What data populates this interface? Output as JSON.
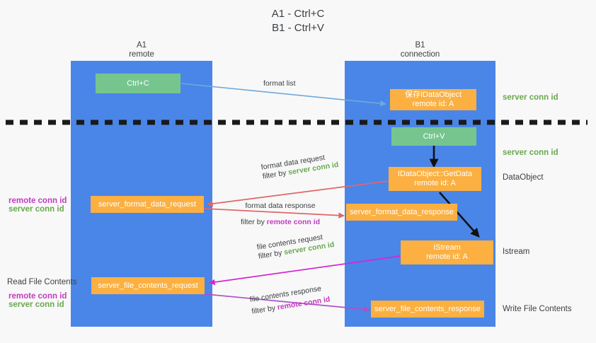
{
  "title": {
    "line1": "A1 - Ctrl+C",
    "line2": "B1 - Ctrl+V"
  },
  "lanes": [
    {
      "name": "A1",
      "subtitle": "remote"
    },
    {
      "name": "B1",
      "subtitle": "connection"
    }
  ],
  "nodes": {
    "ctrl_c": {
      "line1": "Ctrl+C",
      "line2": ""
    },
    "ctrl_v": {
      "line1": "Ctrl+V",
      "line2": ""
    },
    "save_dataobject": {
      "line1": "保存IDataObject",
      "line2": "remote id: A"
    },
    "getdata": {
      "line1": "IDataObject::GetData",
      "line2": "remote id: A"
    },
    "istream": {
      "line1": "IStream",
      "line2": "remote id: A"
    },
    "fmt_req": {
      "line1": "server_format_data_request",
      "line2": ""
    },
    "fmt_resp": {
      "line1": "server_format_data_response",
      "line2": ""
    },
    "file_req": {
      "line1": "server_file_contents_request",
      "line2": ""
    },
    "file_resp": {
      "line1": "server_file_contents_response",
      "line2": ""
    }
  },
  "edge_labels": {
    "format_list": "format list",
    "format_data_request": "format data request",
    "format_data_response": "format data response",
    "file_contents_request": "file contents request",
    "file_contents_response": "file contents response",
    "filter_by": "filter by",
    "server_conn_id": "server conn id",
    "remote_conn_id": "remote conn id"
  },
  "right_labels": {
    "server_conn_id_top": "server conn id",
    "server_conn_id_mid": "server conn id",
    "dataobject": "DataObject",
    "istream": "Istream",
    "write_file_contents": "Write File Contents"
  },
  "left_labels": {
    "remote_conn_id_1": "remote conn id",
    "server_conn_id_1": "server conn id",
    "read_file_contents": "Read File Contents",
    "remote_conn_id_2": "remote conn id",
    "server_conn_id_2": "server conn id"
  },
  "colors": {
    "lane": "#4a86e8",
    "green_node": "#76c58f",
    "orange_node": "#fbb041",
    "green_text": "#6aa84f",
    "purple_text": "#c13bc1",
    "arrow_blue": "#6fa8dc",
    "arrow_red": "#e06666",
    "arrow_magenta": "#d426d4",
    "arrow_purple": "#9b59b6",
    "arrow_black": "#000000",
    "background": "#f8f8f8"
  }
}
